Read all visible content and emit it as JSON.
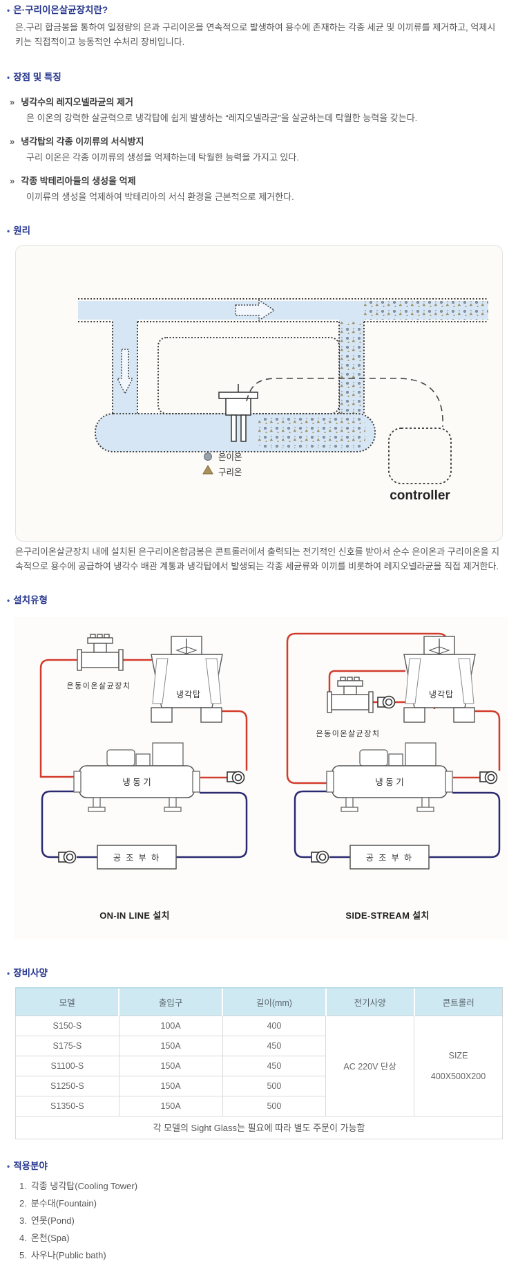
{
  "page": {
    "bullet": "•",
    "marker": "»"
  },
  "colors": {
    "heading": "#26368e",
    "red_pipe": "#d23b2c",
    "navy_pipe": "#2a2a72",
    "water": "#d6e6f4",
    "table_header_bg": "#cfe9f3",
    "silver_ion": "#98a0aa",
    "copper_ion": "#ad9058"
  },
  "intro": {
    "title": "은·구리이온살균장치란?",
    "body": "은.구리 합금봉을 통하여 일정량의 은과 구리이온을 연속적으로 발생하여 용수에 존재하는 각종 세균 및 이끼류를 제거하고, 억제시키는 직접적이고 능동적인 수처리 장비입니다."
  },
  "features": {
    "title": "장점 및 특징",
    "items": [
      {
        "title": "냉각수의 레지오넬라균의 제거",
        "desc": "은 이온의 강력한 살균력으로 냉각탑에 쉽게 발생하는 “레지오넬라균”을 살균하는데 탁월한 능력을 갖는다."
      },
      {
        "title": "냉각탑의 각종 이끼류의 서식방지",
        "desc": "구리 이온은 각종 이끼류의 생성을 억제하는데 탁월한 능력을 가지고 있다."
      },
      {
        "title": "각종 박테리아들의 생성을 억제",
        "desc": "이끼류의 생성을 억제하여 박테리아의 서식 환경을 근본적으로 제거한다."
      }
    ]
  },
  "principle": {
    "title": "원리",
    "legend": [
      {
        "label": "은이온"
      },
      {
        "label": "구리온"
      }
    ],
    "controller_label": "controller",
    "body": "은구리이온살균장치 내에 설치된 은구리이온합금봉은 콘트롤러에서 출력되는 전기적인 신호를 받아서 순수 은이온과 구리이온을 지속적으로 용수에 공급하여 냉각수 배관 계통과 냉각탑에서 발생되는 각종 세균류와 이끼를 비롯하여 레지오넬라균을 직접 제거한다."
  },
  "installation": {
    "title": "설치유형",
    "diagrams": [
      {
        "caption": "ON-IN LINE 설치",
        "device_label": "은동이온살균장치",
        "tower_label": "냉각탑",
        "chiller_label": "냉 동 기",
        "load_label": "공 조 부 하"
      },
      {
        "caption": "SIDE-STREAM 설치",
        "device_label": "은동이온살균장치",
        "tower_label": "냉각탑",
        "chiller_label": "냉 동 기",
        "load_label": "공 조 부 하"
      }
    ]
  },
  "specs": {
    "title": "장비사양",
    "headers": [
      "모델",
      "출입구",
      "길이(mm)",
      "전기사양",
      "콘트롤러"
    ],
    "rows": [
      [
        "S150-S",
        "100A",
        "400"
      ],
      [
        "S175-S",
        "150A",
        "450"
      ],
      [
        "S1100-S",
        "150A",
        "450"
      ],
      [
        "S1250-S",
        "150A",
        "500"
      ],
      [
        "S1350-S",
        "150A",
        "500"
      ]
    ],
    "electrical": "AC 220V 단상",
    "controller_size_label": "SIZE",
    "controller_size_value": "400X500X200",
    "footnote": "각 모델의 Sight Glass는 필요에 따라 별도 주문이 가능함"
  },
  "applications": {
    "title": "적용분야",
    "items": [
      {
        "no": "1.",
        "label": "각종 냉각탑(Cooling Tower)"
      },
      {
        "no": "2.",
        "label": "분수대(Fountain)"
      },
      {
        "no": "3.",
        "label": "연못(Pond)"
      },
      {
        "no": "4.",
        "label": "온천(Spa)"
      },
      {
        "no": "5.",
        "label": "사우나(Public bath)"
      }
    ]
  }
}
